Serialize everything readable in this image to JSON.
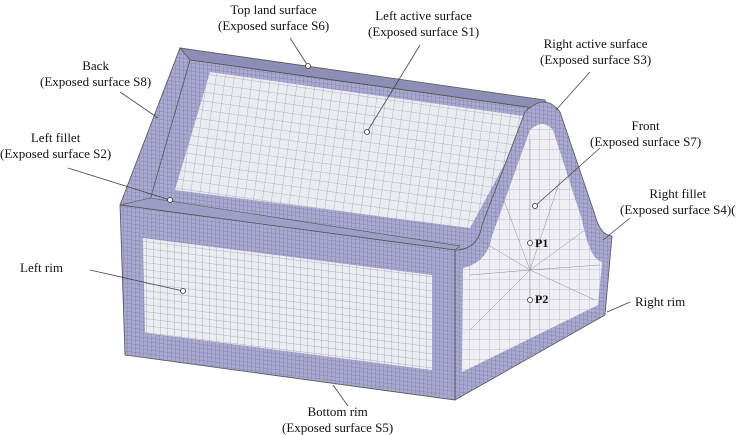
{
  "labels": {
    "top_land": {
      "name": "Top land surface",
      "surface": "(Exposed surface S6)"
    },
    "left_active": {
      "name": "Left active surface",
      "surface": "(Exposed surface S1)"
    },
    "right_active": {
      "name": "Right active surface",
      "surface": "(Exposed surface S3)"
    },
    "back": {
      "name": "Back",
      "surface": "(Exposed surface S8)"
    },
    "front": {
      "name": "Front",
      "surface": "(Exposed surface S7)"
    },
    "left_fillet": {
      "name": "Left fillet",
      "surface": "(Exposed surface S2)"
    },
    "right_fillet": {
      "name": "Right fillet",
      "surface": "(Exposed surface S4)("
    },
    "left_rim": {
      "name": "Left rim"
    },
    "right_rim": {
      "name": "Right rim"
    },
    "bottom_rim": {
      "name": "Bottom rim",
      "surface": "(Exposed surface S5)"
    }
  },
  "points": {
    "p1": "P1",
    "p2": "P2"
  },
  "colors": {
    "mesh_light": "#e8e8f0",
    "mesh_band": "#a9a8cf",
    "mesh_line": "#6a6a80"
  }
}
